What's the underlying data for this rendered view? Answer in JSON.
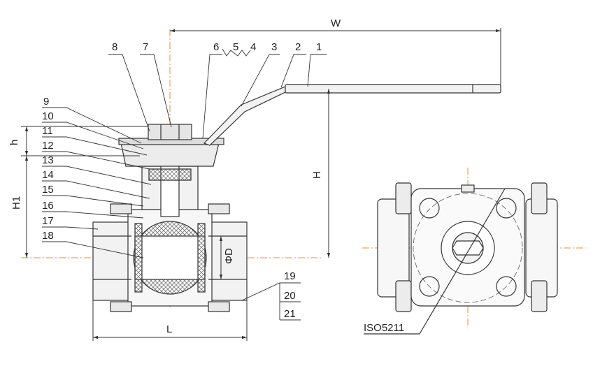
{
  "part_numbers": [
    "1",
    "2",
    "3",
    "4",
    "5",
    "6",
    "7",
    "8",
    "9",
    "10",
    "11",
    "12",
    "13",
    "14",
    "15",
    "16",
    "17",
    "18",
    "19",
    "20",
    "21"
  ],
  "dimensions": {
    "W": "W",
    "H": "H",
    "h": "h",
    "H1": "H1",
    "L": "L",
    "D": "ΦD"
  },
  "iso_label": "ISO5211",
  "colors": {
    "line": "#333333",
    "centerline": "#e8902c",
    "hatch": "#555555"
  }
}
